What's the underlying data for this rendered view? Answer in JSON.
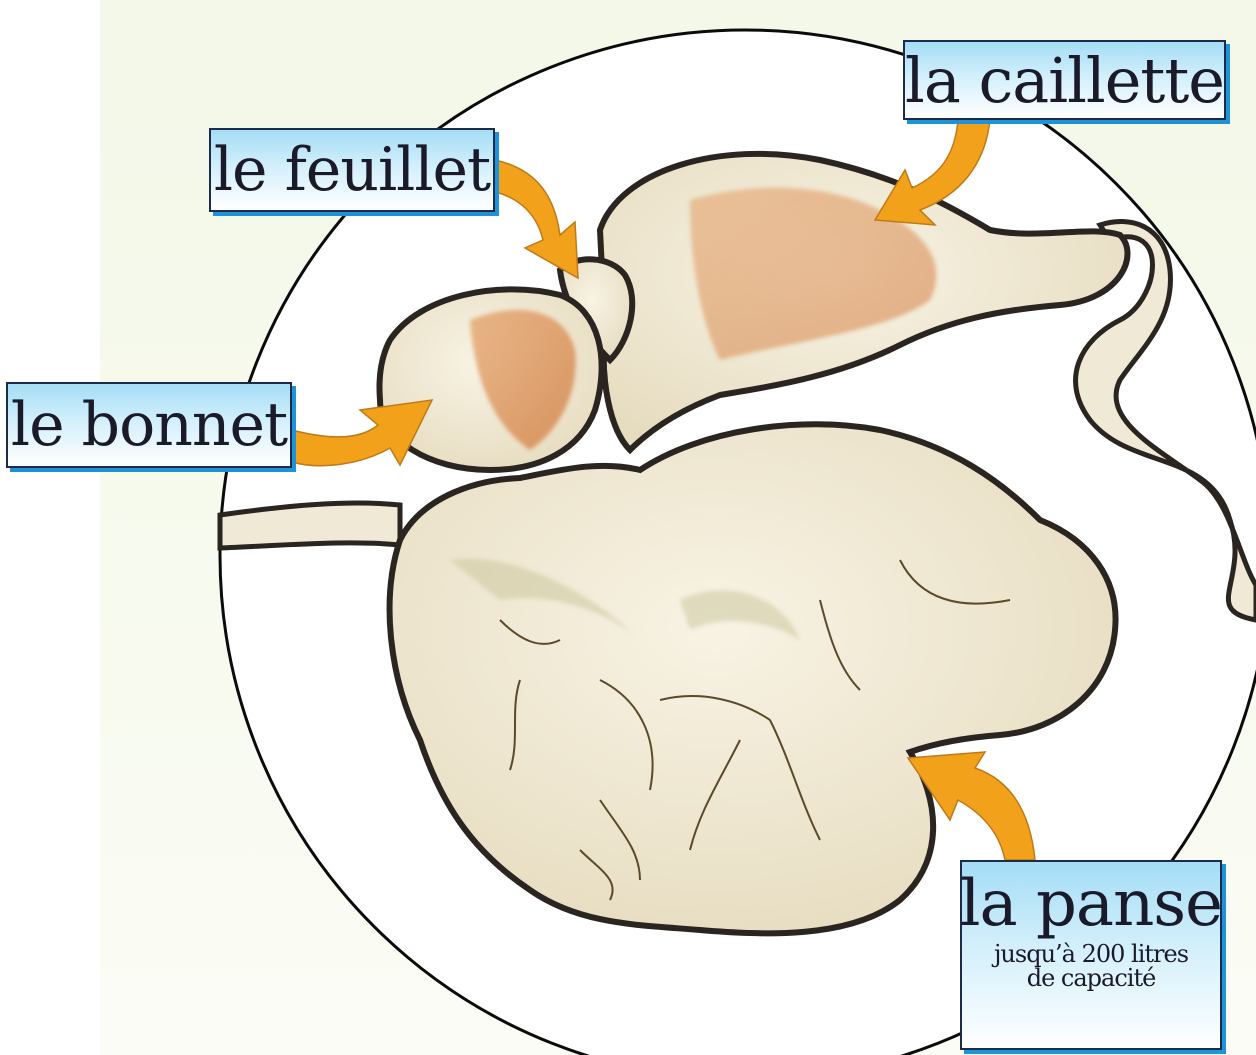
{
  "labels": {
    "caillette": "la caillette",
    "feuillet": "le feuillet",
    "bonnet": "le bonnet",
    "panse": "la panse",
    "panse_note_line1": "jusqu’à 200 litres",
    "panse_note_line2": "de capacité"
  },
  "colors": {
    "circle": "#0b0b0b",
    "organ_fill": "#efe9d6",
    "organ_outline": "#2a2520",
    "muscle": "#d9813f",
    "arrow": "#f2a21a",
    "label_border": "#1d2b4a",
    "label_shadow": "#1f93da"
  }
}
